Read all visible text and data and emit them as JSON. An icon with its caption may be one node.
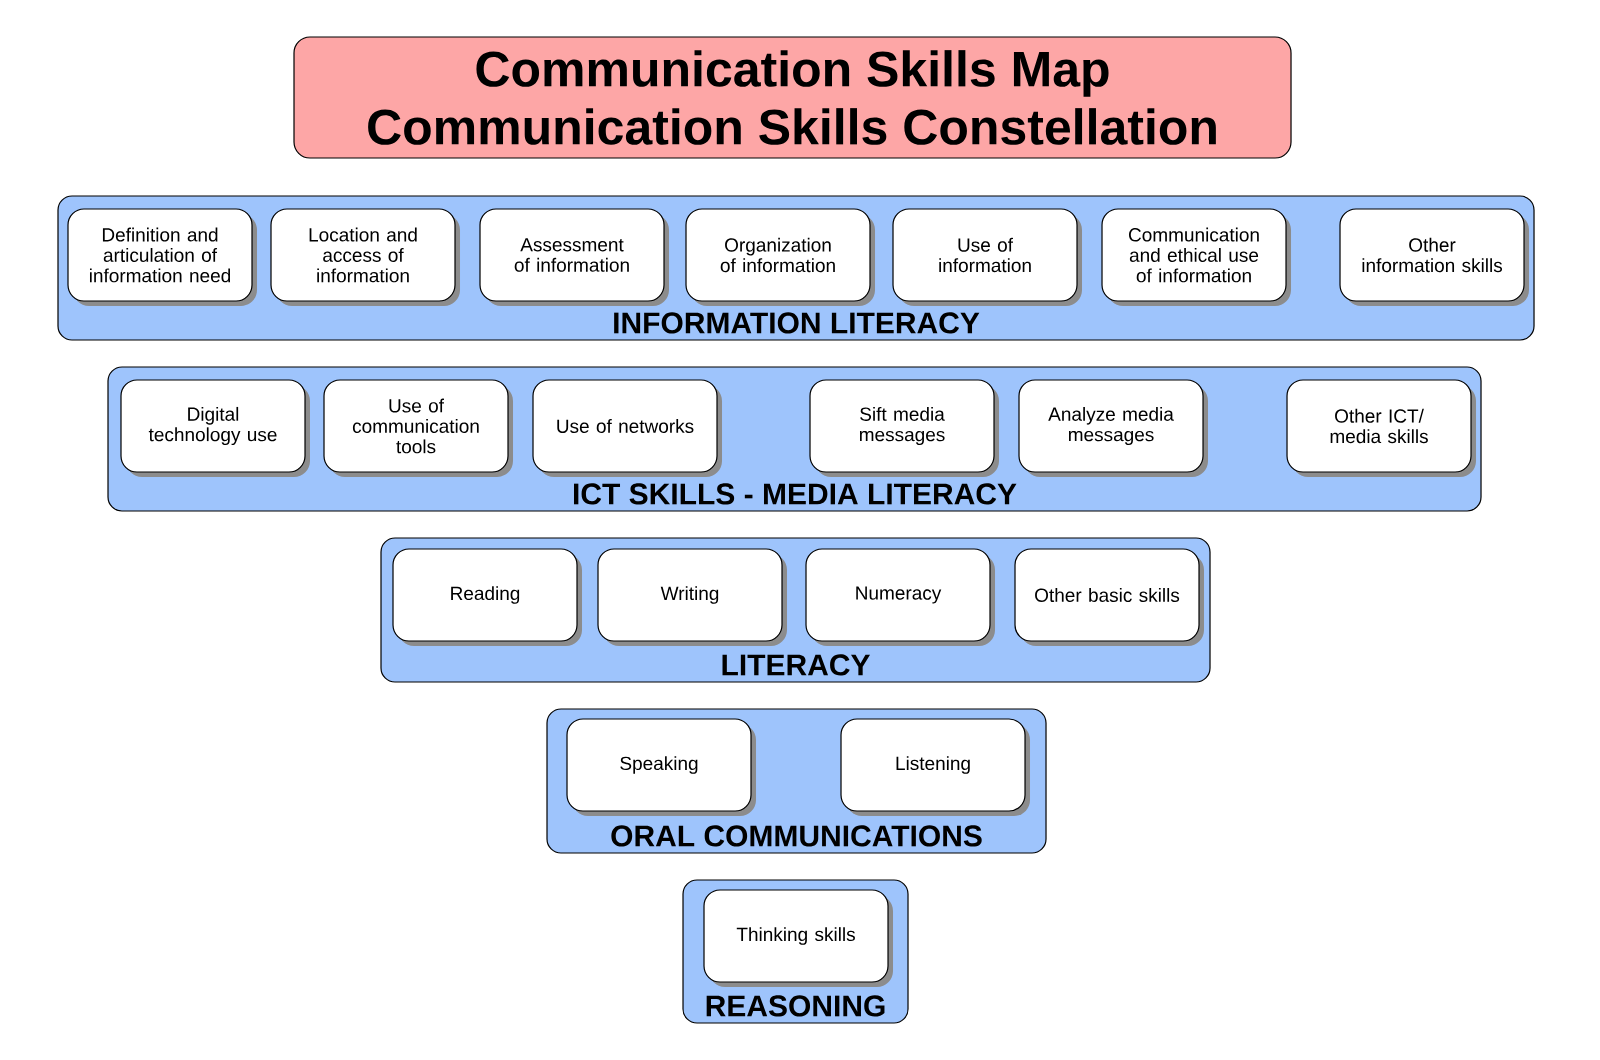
{
  "diagram": {
    "nodes": [
      {
        "text": [
          "Communication Skills Map",
          "Communication Skills Constellation"
        ]
      },
      {
        "text": [
          "INFORMATION LITERACY"
        ]
      },
      {
        "text": [
          "Definition and articulation of information need"
        ],
        "in": 1
      },
      {
        "text": [
          "Location and access of information"
        ],
        "in": 1
      },
      {
        "text": [
          "Assessment of information"
        ],
        "in": 1
      },
      {
        "text": [
          "Organization of information"
        ],
        "in": 1
      },
      {
        "text": [
          "Use of information"
        ],
        "in": 1
      },
      {
        "text": [
          "Communication and ethical use of information"
        ],
        "in": 1
      },
      {
        "text": [
          "Other information skills"
        ],
        "in": 1
      },
      {
        "text": [
          "ICT SKILLS - MEDIA LITERACY"
        ]
      },
      {
        "text": [
          "Digital technology use"
        ],
        "in": 9
      },
      {
        "text": [
          "Use of communication tools"
        ],
        "in": 9
      },
      {
        "text": [
          "Use of networks"
        ],
        "in": 9
      },
      {
        "text": [
          "Sift media messages"
        ],
        "in": 9
      },
      {
        "text": [
          "Analyze media messages"
        ],
        "in": 9
      },
      {
        "text": [
          "Other ICT/ media skills"
        ],
        "in": 9
      },
      {
        "text": [
          "LITERACY"
        ]
      },
      {
        "text": [
          "Reading"
        ],
        "in": 16
      },
      {
        "text": [
          "Writing"
        ],
        "in": 16
      },
      {
        "text": [
          "Numeracy"
        ],
        "in": 16
      },
      {
        "text": [
          "Other basic skills"
        ],
        "in": 16
      },
      {
        "text": [
          "ORAL COMMUNICATIONS"
        ]
      },
      {
        "text": [
          "Speaking"
        ],
        "in": 21
      },
      {
        "text": [
          "Listening"
        ],
        "in": 21
      },
      {
        "text": [
          "REASONING"
        ]
      },
      {
        "text": [
          "Thinking skills"
        ],
        "in": 24
      }
    ]
  }
}
